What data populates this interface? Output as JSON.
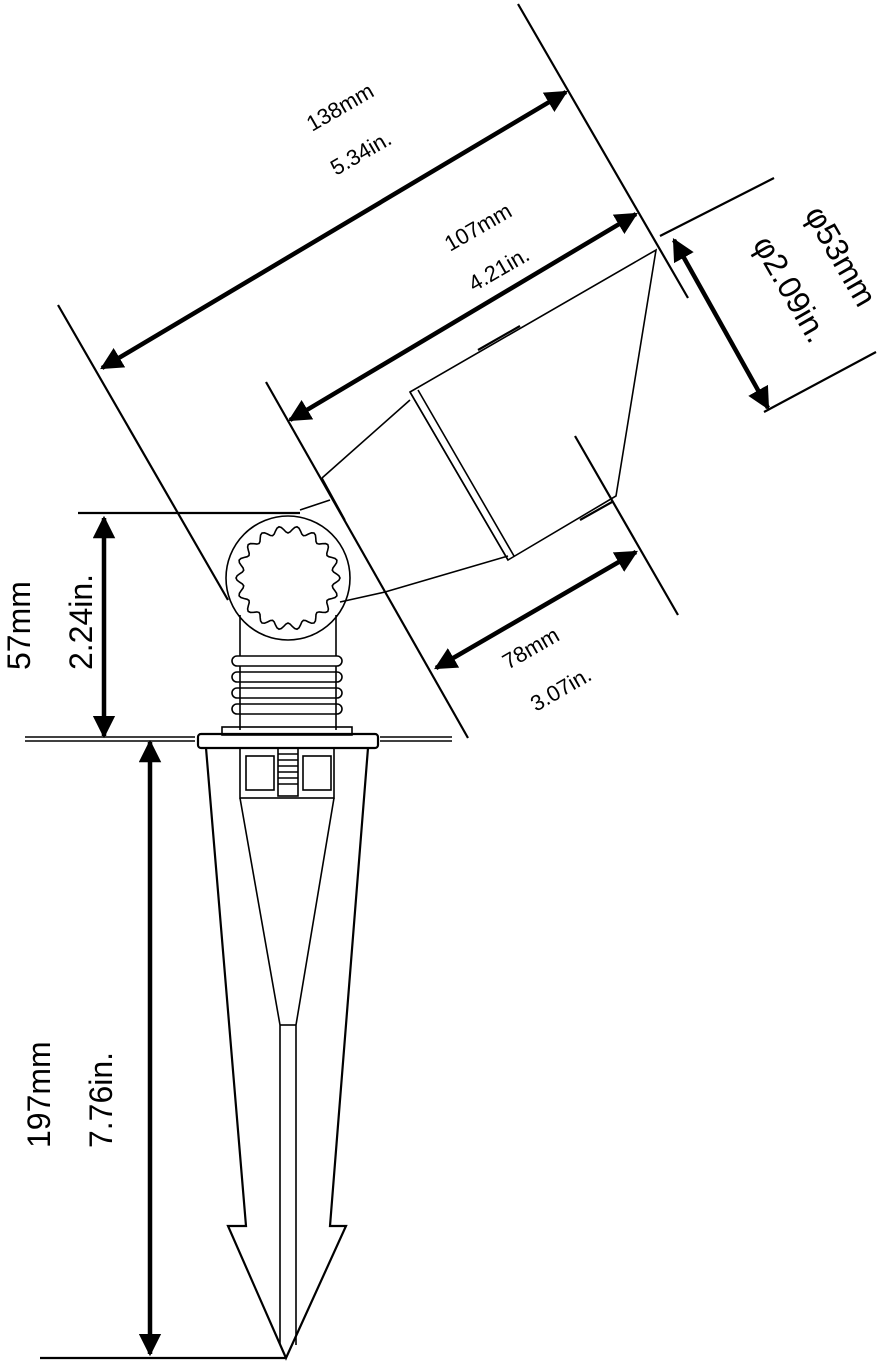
{
  "dimensions": {
    "overall_length": {
      "mm": "138mm",
      "in": "5.34in."
    },
    "head_length": {
      "mm": "107mm",
      "in": "4.21in."
    },
    "lens_length": {
      "mm": "78mm",
      "in": "3.07in."
    },
    "diameter": {
      "mm": "φ53mm",
      "in": "φ2.09in."
    },
    "knuckle_height": {
      "mm": "57mm",
      "in": "2.24in."
    },
    "stake_length": {
      "mm": "197mm",
      "in": "7.76in."
    }
  }
}
